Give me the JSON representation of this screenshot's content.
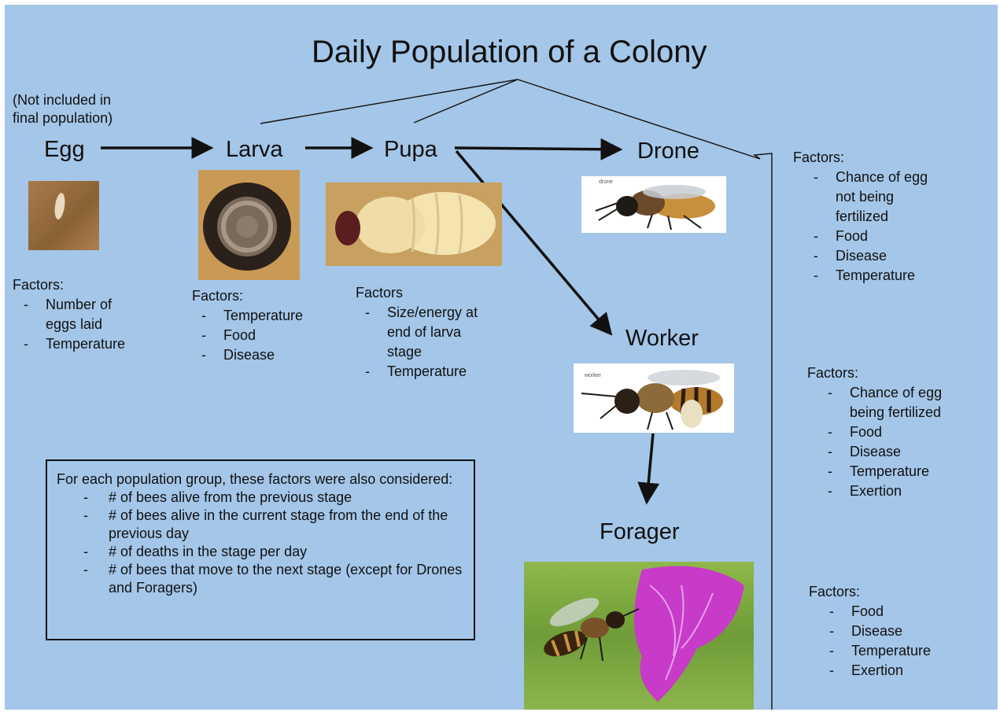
{
  "title": "Daily Population of a Colony",
  "not_included_note": "(Not included in final population)",
  "stages": {
    "egg": "Egg",
    "larva": "Larva",
    "pupa": "Pupa",
    "drone": "Drone",
    "worker": "Worker",
    "forager": "Forager"
  },
  "egg_factors": {
    "heading": "Factors:",
    "items": [
      "Number of eggs laid",
      "Temperature"
    ]
  },
  "larva_factors": {
    "heading": "Factors:",
    "items": [
      "Temperature",
      "Food",
      "Disease"
    ]
  },
  "pupa_factors": {
    "heading": "Factors",
    "items": [
      "Size/energy at end of larva stage",
      "Temperature"
    ]
  },
  "drone_factors": {
    "heading": "Factors:",
    "items": [
      "Chance of egg not being fertilized",
      "Food",
      "Disease",
      "Temperature"
    ]
  },
  "worker_factors": {
    "heading": "Factors:",
    "items": [
      "Chance of egg being fertilized",
      "Food",
      "Disease",
      "Temperature",
      "Exertion"
    ]
  },
  "forager_factors": {
    "heading": "Factors:",
    "items": [
      "Food",
      "Disease",
      "Temperature",
      "Exertion"
    ]
  },
  "info_box": {
    "intro": "For each population group, these factors were also considered:",
    "items": [
      "# of bees alive from the previous stage",
      "# of bees alive in the current stage from the end of the previous day",
      "# of deaths in the stage per day",
      "# of bees that move to the next stage (except for Drones and Foragers)"
    ]
  },
  "photo_labels": {
    "drone": "drone",
    "worker": "worker"
  },
  "colors": {
    "background": "#a4c6e8",
    "ink": "#111111"
  }
}
